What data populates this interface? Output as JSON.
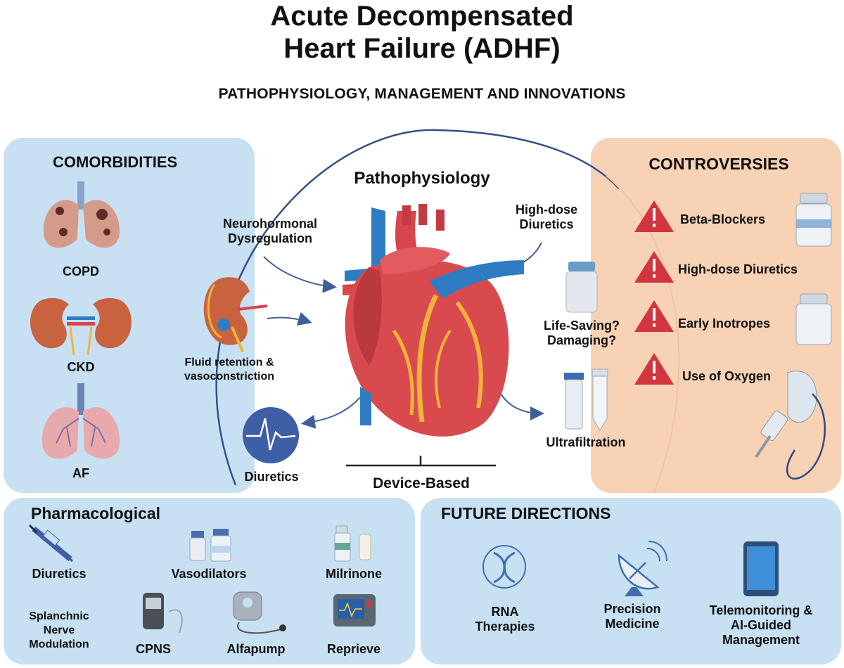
{
  "title_line1": "Acute Decompensated",
  "title_line2": "Heart Failure (ADHF)",
  "subtitle": "PATHOPHYSIOLOGY, MANAGEMENT AND INNOVATIONS",
  "comorbidities": {
    "heading": "COMORBIDITIES",
    "items": [
      "COPD",
      "CKD",
      "AF"
    ]
  },
  "pathophysiology": {
    "heading": "Pathophysiology",
    "neuro_line1": "Neurohormonal",
    "neuro_line2": "Dysregulation",
    "fluid_line1": "Fluid retention &",
    "fluid_line2": "vasoconstriction",
    "hd_line1": "High-dose",
    "hd_line2": "Diuretics",
    "ls_line1": "Life-Saving?",
    "ls_line2": "Damaging?",
    "ultrafiltration": "Ultrafiltration",
    "diuretics": "Diuretics",
    "device_based": "Device-Based"
  },
  "controversies": {
    "heading": "CONTROVERSIES",
    "items": [
      "Beta-Blockers",
      "High-dose Diuretics",
      "Early Inotropes",
      "Use of Oxygen"
    ]
  },
  "pharmacological": {
    "heading": "Pharmacological",
    "diuretics": "Diuretics",
    "vasodilators": "Vasodilators",
    "milrinone": "Milrinone",
    "snm_line1": "Splanchnic",
    "snm_line2": "Nerve",
    "snm_line3": "Modulation",
    "cpns": "CPNS",
    "alfapump": "Alfapump",
    "reprieve": "Reprieve"
  },
  "future": {
    "heading": "FUTURE DIRECTIONS",
    "rna_line1": "RNA",
    "rna_line2": "Therapies",
    "pm_line1": "Precision",
    "pm_line2": "Medicine",
    "tele_line1": "Telemonitoring &",
    "tele_line2": "AI-Guided",
    "tele_line3": "Management"
  },
  "colors": {
    "blue_panel": "#c7e1f3",
    "orange_panel": "#f8d2b4",
    "arrow": "#3f5f99",
    "warning_red": "#d2353e",
    "heart_red": "#d8454c",
    "vessel_blue": "#2f7cc4"
  }
}
